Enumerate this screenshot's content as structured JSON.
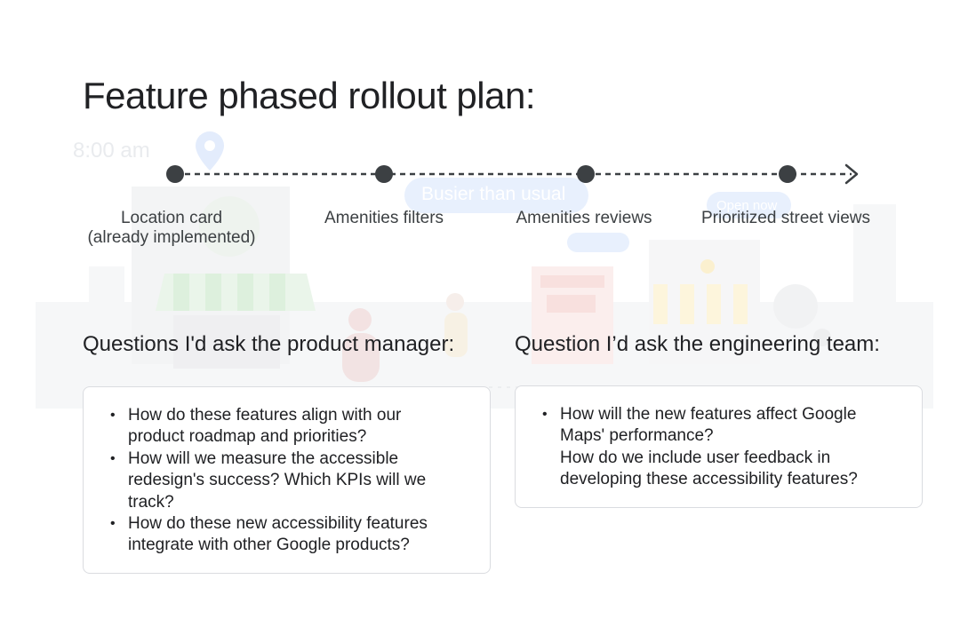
{
  "slide": {
    "title": "Feature phased rollout plan:"
  },
  "timeline": {
    "phases": [
      {
        "label": "Location card",
        "sublabel": "(already implemented)"
      },
      {
        "label": "Amenities filters"
      },
      {
        "label": "Amenities reviews"
      },
      {
        "label": "Prioritized street views"
      }
    ]
  },
  "background_illustration": {
    "time_text": "8:00 am",
    "busy_text": "Busier than usual",
    "open_text": "Open now",
    "colors": {
      "stripe_green": "#c9eac9",
      "chip_blue": "#dbe8fb",
      "shop_red": "#f8d6d3",
      "shop_yellow": "#fbeec0",
      "pin_blue": "#cfe0fb",
      "ground": "#f1f3f4"
    }
  },
  "product_manager": {
    "heading": "Questions I'd ask the product manager:",
    "questions": [
      {
        "line1": "How do these features align with our",
        "line2": "product roadmap and priorities?"
      },
      {
        "line1": "How will we measure the accessible",
        "line2": "redesign's success? Which KPIs will we",
        "line3": "track?"
      },
      {
        "line1": "How do these new accessibility features",
        "line2": "integrate with other Google products?"
      }
    ]
  },
  "engineering": {
    "heading": "Question I’d ask the engineering team:",
    "questions": [
      {
        "line1": "How will the new features affect Google",
        "line2": "Maps' performance?",
        "line3": "How do we include user feedback in",
        "line4": "developing these accessibility features?"
      }
    ]
  }
}
